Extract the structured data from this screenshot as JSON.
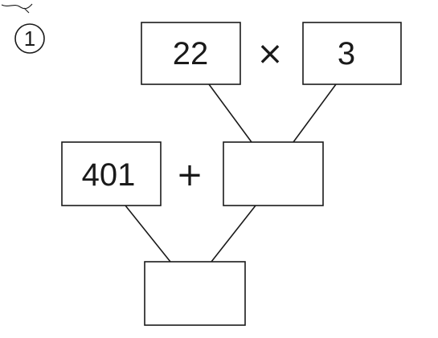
{
  "problem": {
    "number": "1"
  },
  "top_row": {
    "left_value": "22",
    "operator": "×",
    "right_value": "3"
  },
  "middle_row": {
    "left_value": "401",
    "operator": "+",
    "right_value": ""
  },
  "bottom_row": {
    "result_value": ""
  }
}
